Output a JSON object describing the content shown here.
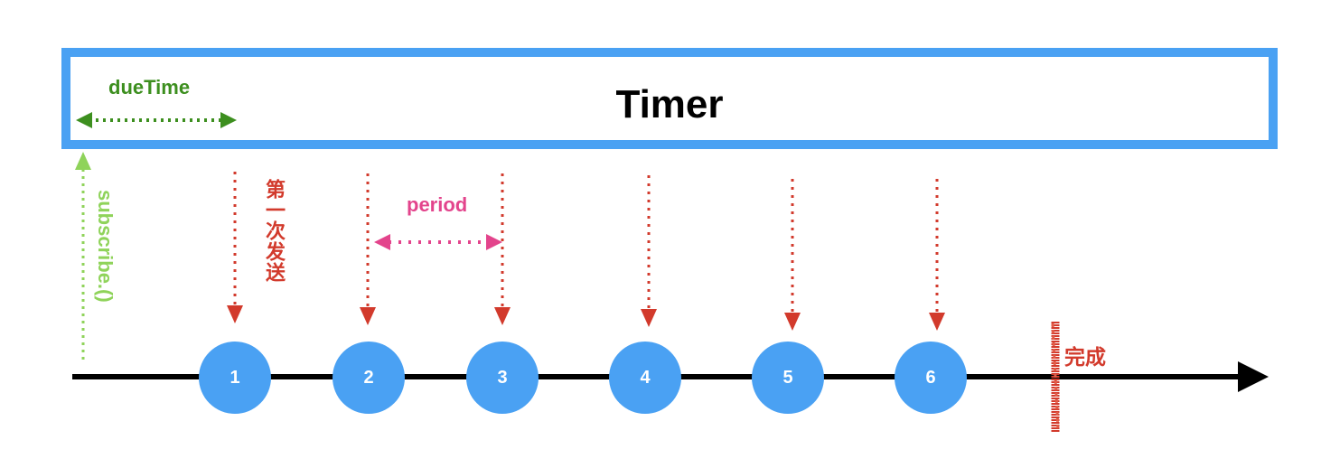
{
  "title": "Timer",
  "due_time_label": "dueTime",
  "period_label": "period",
  "subscribe_label": "subscribe.()",
  "first_emission_label": "第一次发送",
  "complete_label": "完成",
  "events": [
    {
      "label": "1"
    },
    {
      "label": "2"
    },
    {
      "label": "3"
    },
    {
      "label": "4"
    },
    {
      "label": "5"
    },
    {
      "label": "6"
    }
  ],
  "colors": {
    "box_border": "#4aa1f3",
    "circle": "#4aa1f3",
    "timeline": "#000000",
    "due_time": "#3d8f1f",
    "subscribe": "#8fd35a",
    "emission": "#d23a2c",
    "period": "#e3448c",
    "complete": "#d23a2c"
  }
}
